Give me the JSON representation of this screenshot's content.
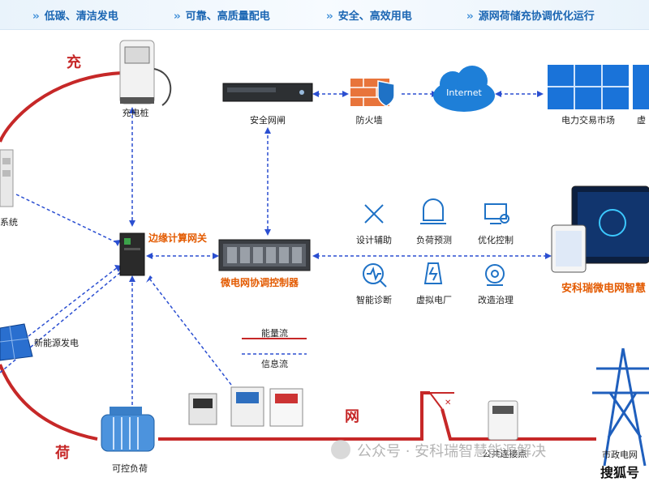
{
  "banner": {
    "items": [
      "低碳、清洁发电",
      "可靠、高质量配电",
      "安全、高效用电",
      "源网荷储充协调优化运行"
    ]
  },
  "labels": {
    "charger": "充电桩",
    "security_gateway": "安全网闸",
    "firewall": "防火墙",
    "internet": "Internet",
    "power_market": "电力交易市场",
    "virtual": "虚",
    "storage_system": "系统",
    "edge_gateway": "边缘计算网关",
    "microgrid_controller": "微电网协调控制器",
    "new_energy": "新能源发电",
    "legend_energy": "能量流",
    "legend_info": "信息流",
    "controllable_load": "可控负荷",
    "pcc": "公共连接点",
    "utility_grid": "市政电网",
    "platform": "安科瑞微电网智慧",
    "big_chong": "充",
    "big_he": "荷",
    "big_wang": "网"
  },
  "functions": [
    "设计辅助",
    "负荷预测",
    "优化控制",
    "智能诊断",
    "虚拟电厂",
    "改造治理"
  ],
  "watermark": {
    "wechat": "公众号 · 安科瑞智慧能源解决",
    "sohu": "搜狐号"
  },
  "colors": {
    "energy_flow": "#c62828",
    "info_flow": "#2b4fd1",
    "banner_text": "#1b66b3",
    "accent_orange": "#e35a00"
  }
}
